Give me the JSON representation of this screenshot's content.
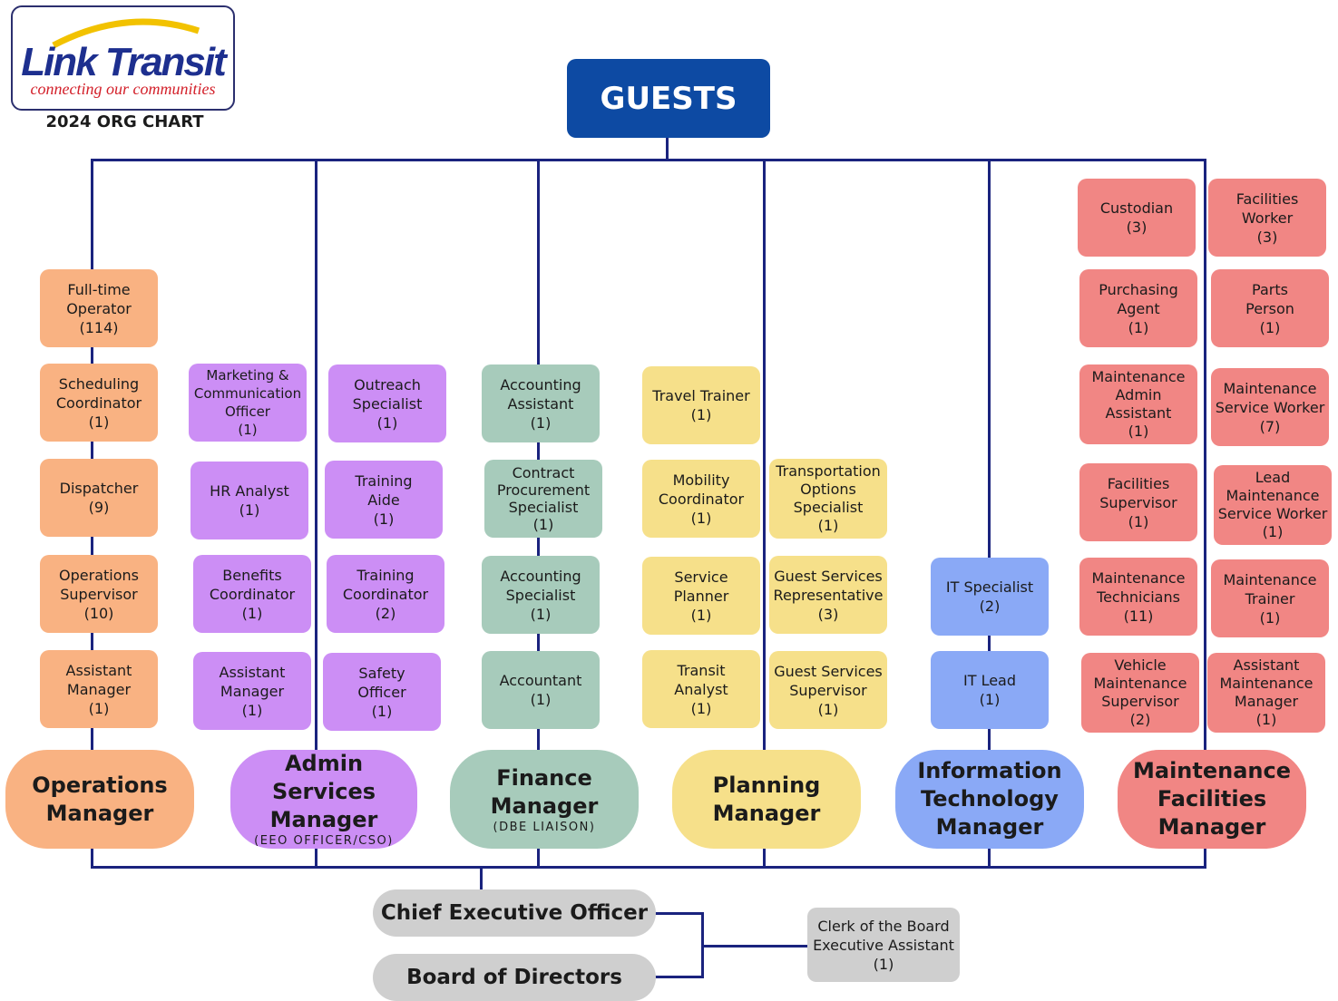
{
  "logo": {
    "wordmark": "Link Transit",
    "tagline": "connecting our communities"
  },
  "chart_label": "2024  ORG CHART",
  "top": {
    "guests": "GUESTS"
  },
  "bottom": {
    "ceo": "Chief Executive Officer",
    "board": "Board of Directors",
    "clerk": [
      "Clerk of the Board",
      "Executive Assistant",
      "(1)"
    ]
  },
  "managers": {
    "operations": [
      "Operations",
      "Manager"
    ],
    "admin": [
      "Admin Services",
      "Manager"
    ],
    "admin_sub": "(EEO OFFICER/CSO)",
    "finance": [
      "Finance",
      "Manager"
    ],
    "finance_sub": "(DBE LIAISON)",
    "planning": [
      "Planning",
      "Manager"
    ],
    "it": [
      "Information",
      "Technology",
      "Manager"
    ],
    "maintenance": [
      "Maintenance",
      "Facilities",
      "Manager"
    ]
  },
  "positions": {
    "operations": [
      [
        "Full-time",
        "Operator",
        "(114)"
      ],
      [
        "Scheduling",
        "Coordinator",
        "(1)"
      ],
      [
        "Dispatcher",
        "(9)"
      ],
      [
        "Operations",
        "Supervisor",
        "(10)"
      ],
      [
        "Assistant",
        "Manager",
        "(1)"
      ]
    ],
    "admin": [
      [
        "Marketing &",
        "Communication",
        "Officer",
        "(1)"
      ],
      [
        "HR Analyst",
        "(1)"
      ],
      [
        "Benefits",
        "Coordinator",
        "(1)"
      ],
      [
        "Assistant",
        "Manager",
        "(1)"
      ]
    ],
    "admin2": [
      [
        "Outreach",
        "Specialist",
        "(1)"
      ],
      [
        "Training",
        "Aide",
        "(1)"
      ],
      [
        "Training",
        "Coordinator",
        "(2)"
      ],
      [
        "Safety",
        "Officer",
        "(1)"
      ]
    ],
    "finance": [
      [
        "Accounting",
        "Assistant",
        "(1)"
      ],
      [
        "Contract",
        "Procurement",
        "Specialist",
        "(1)"
      ],
      [
        "Accounting",
        "Specialist",
        "(1)"
      ],
      [
        "Accountant",
        "(1)"
      ]
    ],
    "planning": [
      [
        "Travel Trainer",
        "(1)"
      ],
      [
        "Mobility",
        "Coordinator",
        "(1)"
      ],
      [
        "Service",
        "Planner",
        "(1)"
      ],
      [
        "Transit",
        "Analyst",
        "(1)"
      ]
    ],
    "planning2": [
      [
        "Transportation",
        "Options",
        "Specialist",
        "(1)"
      ],
      [
        "Guest Services",
        "Representative",
        "(3)"
      ],
      [
        "Guest Services",
        "Supervisor",
        "(1)"
      ]
    ],
    "it": [
      [
        "IT Specialist",
        "(2)"
      ],
      [
        "IT Lead",
        "(1)"
      ]
    ],
    "maint1": [
      [
        "Custodian",
        "(3)"
      ],
      [
        "Purchasing",
        "Agent",
        "(1)"
      ],
      [
        "Maintenance",
        "Admin",
        "Assistant",
        "(1)"
      ],
      [
        "Facilities",
        "Supervisor",
        "(1)"
      ],
      [
        "Maintenance",
        "Technicians",
        "(11)"
      ],
      [
        "Vehicle",
        "Maintenance",
        "Supervisor",
        "(2)"
      ]
    ],
    "maint2": [
      [
        "Facilities",
        "Worker",
        "(3)"
      ],
      [
        "Parts",
        "Person",
        "(1)"
      ],
      [
        "Maintenance",
        "Service Worker",
        "(7)"
      ],
      [
        "Lead",
        "Maintenance",
        "Service Worker",
        "(1)"
      ],
      [
        "Maintenance",
        "Trainer",
        "(1)"
      ],
      [
        "Assistant",
        "Maintenance",
        "Manager",
        "(1)"
      ]
    ]
  },
  "colors": {
    "operations": "#f9b282",
    "admin": "#cc8ef5",
    "finance": "#a7cbbb",
    "planning": "#f6e08a",
    "it": "#8aa9f6",
    "maintenance": "#f18684",
    "gray": "#cfcfcf",
    "guests": "#0d4aa3",
    "lines": "#1a237e"
  }
}
